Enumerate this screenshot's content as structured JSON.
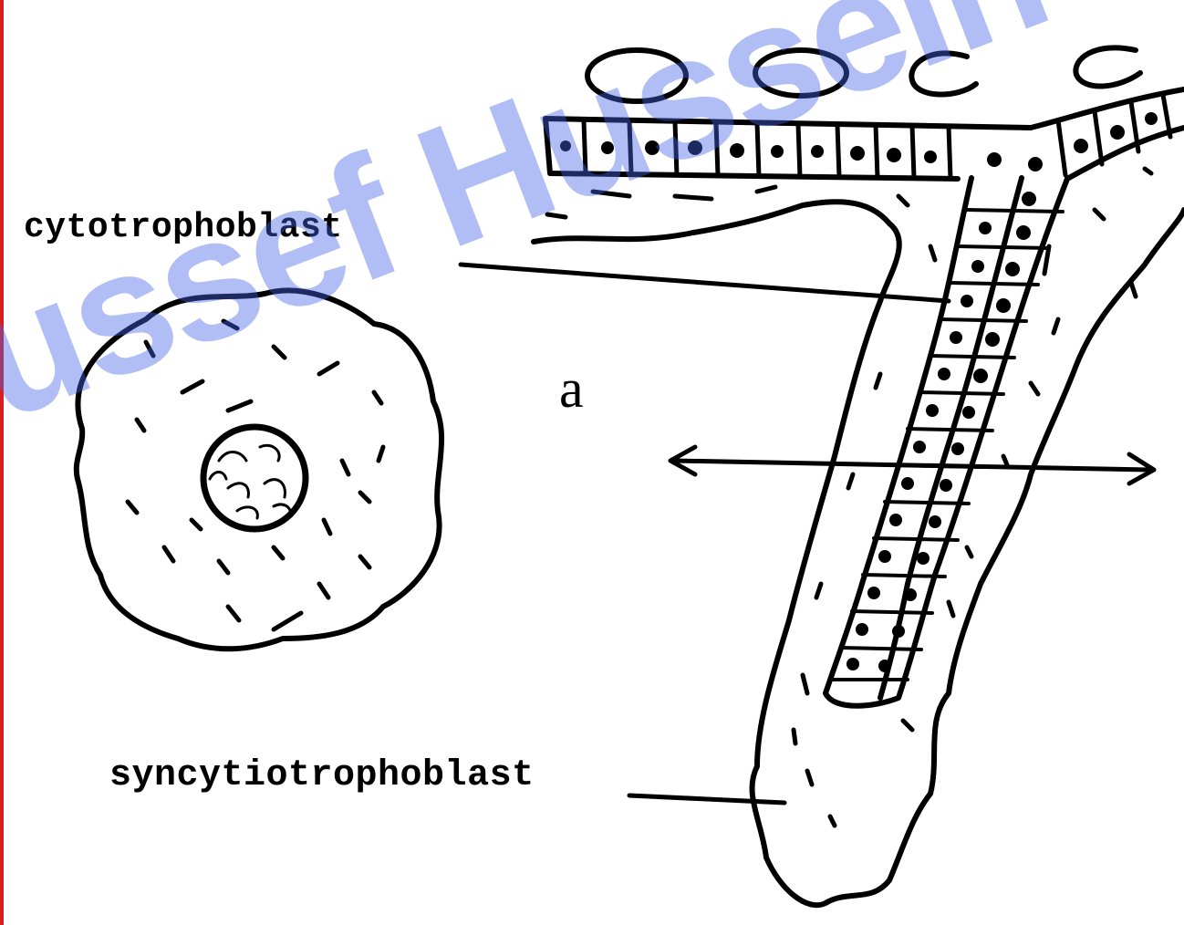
{
  "labels": {
    "cytotrophoblast": "cytotrophoblast",
    "syncytiotrophoblast": "syncytiotrophoblast",
    "panel": "a"
  },
  "watermark": {
    "text": "ussef Hussein",
    "color": "#4664e6"
  },
  "colors": {
    "ink": "#000000",
    "paper": "#ffffff",
    "frame_accent": "#d62020"
  }
}
